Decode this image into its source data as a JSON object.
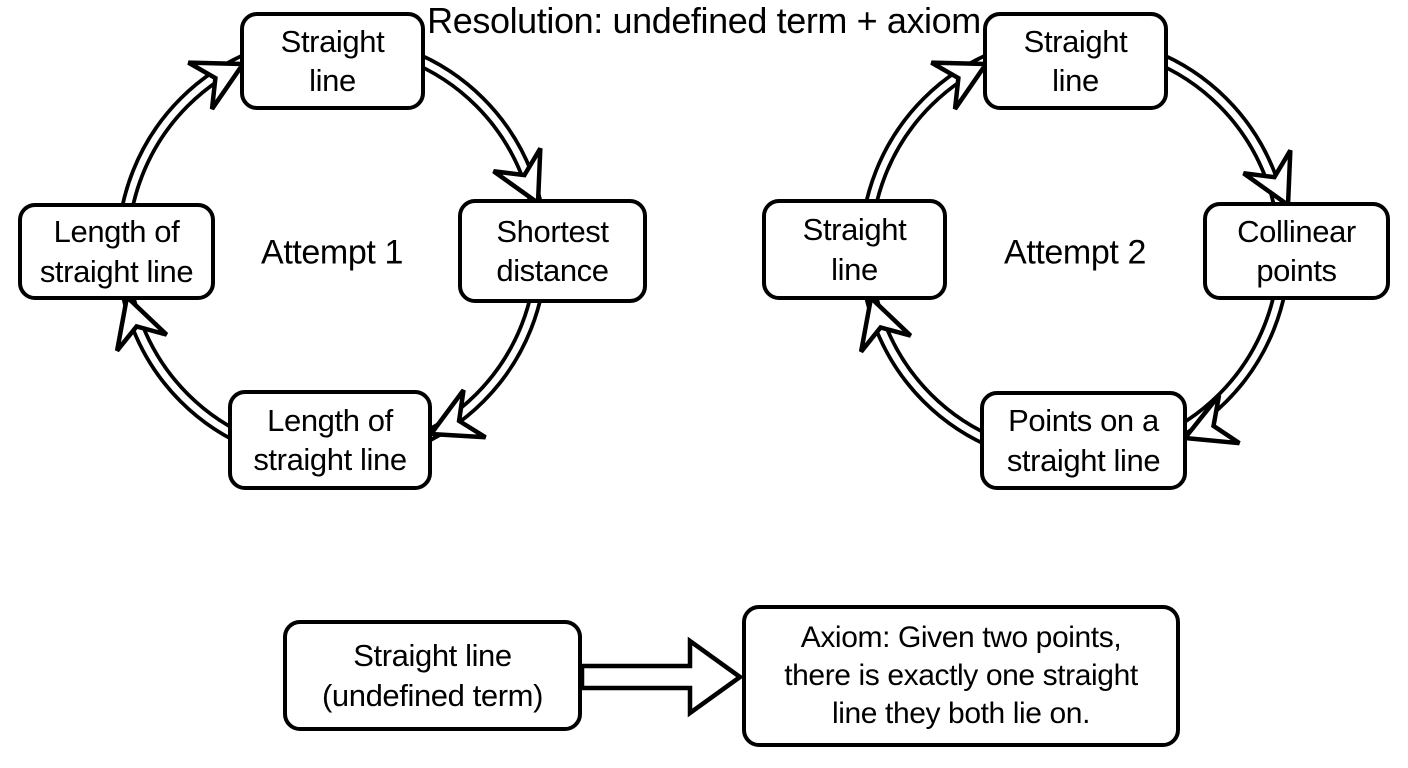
{
  "colors": {
    "ink": "#000000",
    "background": "#ffffff"
  },
  "cycles": [
    {
      "label": "Attempt 1",
      "nodes": {
        "top": "Straight\nline",
        "right": "Shortest\ndistance",
        "bottom": "Length of\nstraight line",
        "left": "Length of\nstraight line"
      }
    },
    {
      "label": "Attempt 2",
      "nodes": {
        "top": "Straight\nline",
        "right": "Collinear\npoints",
        "bottom": "Points on a\nstraight line",
        "left": "Straight\nline"
      }
    }
  ],
  "resolution": {
    "title": "Resolution: undefined term + axiom",
    "source_box": "Straight line\n(undefined term)",
    "target_box": "Axiom: Given two points,\nthere is exactly one straight\nline they both lie on."
  }
}
